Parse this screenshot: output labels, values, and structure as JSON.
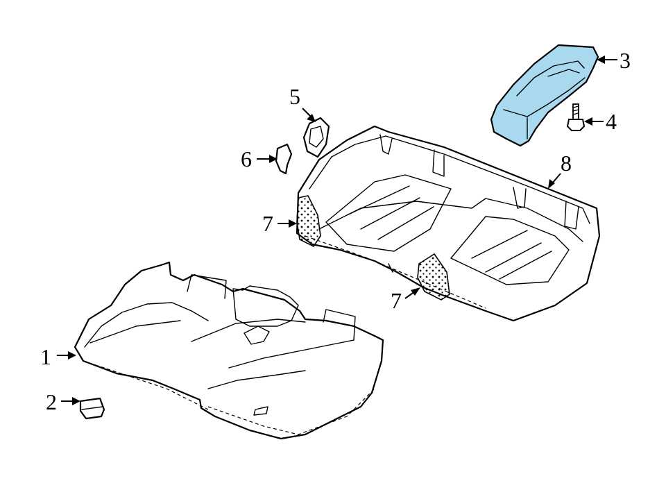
{
  "callouts": {
    "c1": "1",
    "c2": "2",
    "c3": "3",
    "c4": "4",
    "c5": "5",
    "c6": "6",
    "c7a": "7",
    "c7b": "7",
    "c8": "8"
  },
  "colors": {
    "highlight": "#a9d9ef",
    "line": "#000000",
    "background": "#ffffff"
  }
}
